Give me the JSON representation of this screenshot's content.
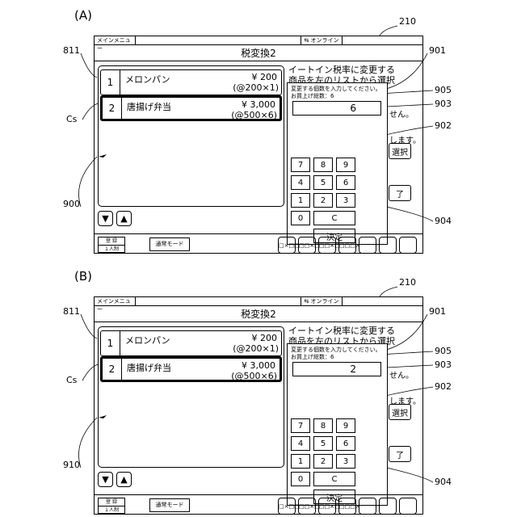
{
  "panels": [
    {
      "label": "(A)",
      "menu_tab": "メインメニュー",
      "online": "⇆ オンライン",
      "title": "税変換2",
      "items": [
        {
          "num": "1",
          "name": "メロンパン",
          "price": "¥ 200",
          "detail": "(@200×1)"
        },
        {
          "num": "2",
          "name": "唐揚げ弁当",
          "price": "¥ 3,000",
          "detail": "(@500×6)"
        }
      ],
      "instruction": "イートイン税率に変更する\n商品を左のリストから選択",
      "side_text_1": "せん。",
      "side_text_2": "します。",
      "side_btn_1": "選択",
      "side_btn_2": "了",
      "dialog_msg": "変更する個数を入力してください。\nお買上げ総数：6",
      "qty_value": "6",
      "keys": [
        "7",
        "8",
        "9",
        "4",
        "5",
        "6",
        "1",
        "2",
        "3",
        "0",
        "C"
      ],
      "enter_key": "決定",
      "reg_top": "登 録",
      "reg_bottom": "１人制",
      "mode": "通常モード",
      "small_btns": [
        "□×□□",
        "□□×□",
        "□□×□",
        "□□□×"
      ],
      "refs": {
        "screen": "210",
        "item1": "811",
        "cs": "Cs",
        "dialog": "901",
        "msg": "905",
        "qty": "903",
        "key": "902",
        "list": "900",
        "enter": "904"
      }
    },
    {
      "label": "(B)",
      "menu_tab": "メインメニュー",
      "online": "⇆ オンライン",
      "title": "税変換2",
      "items": [
        {
          "num": "1",
          "name": "メロンパン",
          "price": "¥ 200",
          "detail": "(@200×1)"
        },
        {
          "num": "2",
          "name": "唐揚げ弁当",
          "price": "¥ 3,000",
          "detail": "(@500×6)"
        }
      ],
      "instruction": "イートイン税率に変更する\n商品を左のリストから選択",
      "side_text_1": "せん。",
      "side_text_2": "します。",
      "side_btn_1": "選択",
      "side_btn_2": "了",
      "dialog_msg": "変更する個数を入力してください。\nお買上げ総数：6",
      "qty_value": "2",
      "keys": [
        "7",
        "8",
        "9",
        "4",
        "5",
        "6",
        "1",
        "2",
        "3",
        "0",
        "C"
      ],
      "enter_key": "決定",
      "reg_top": "登 録",
      "reg_bottom": "１人制",
      "mode": "通常モード",
      "small_btns": [
        "□×□□",
        "□□×□",
        "□□×□",
        "□□□×"
      ],
      "refs": {
        "screen": "210",
        "item1": "811",
        "cs": "Cs",
        "dialog": "901",
        "msg": "905",
        "qty": "903",
        "key": "902",
        "list": "910",
        "enter": "904"
      }
    }
  ]
}
